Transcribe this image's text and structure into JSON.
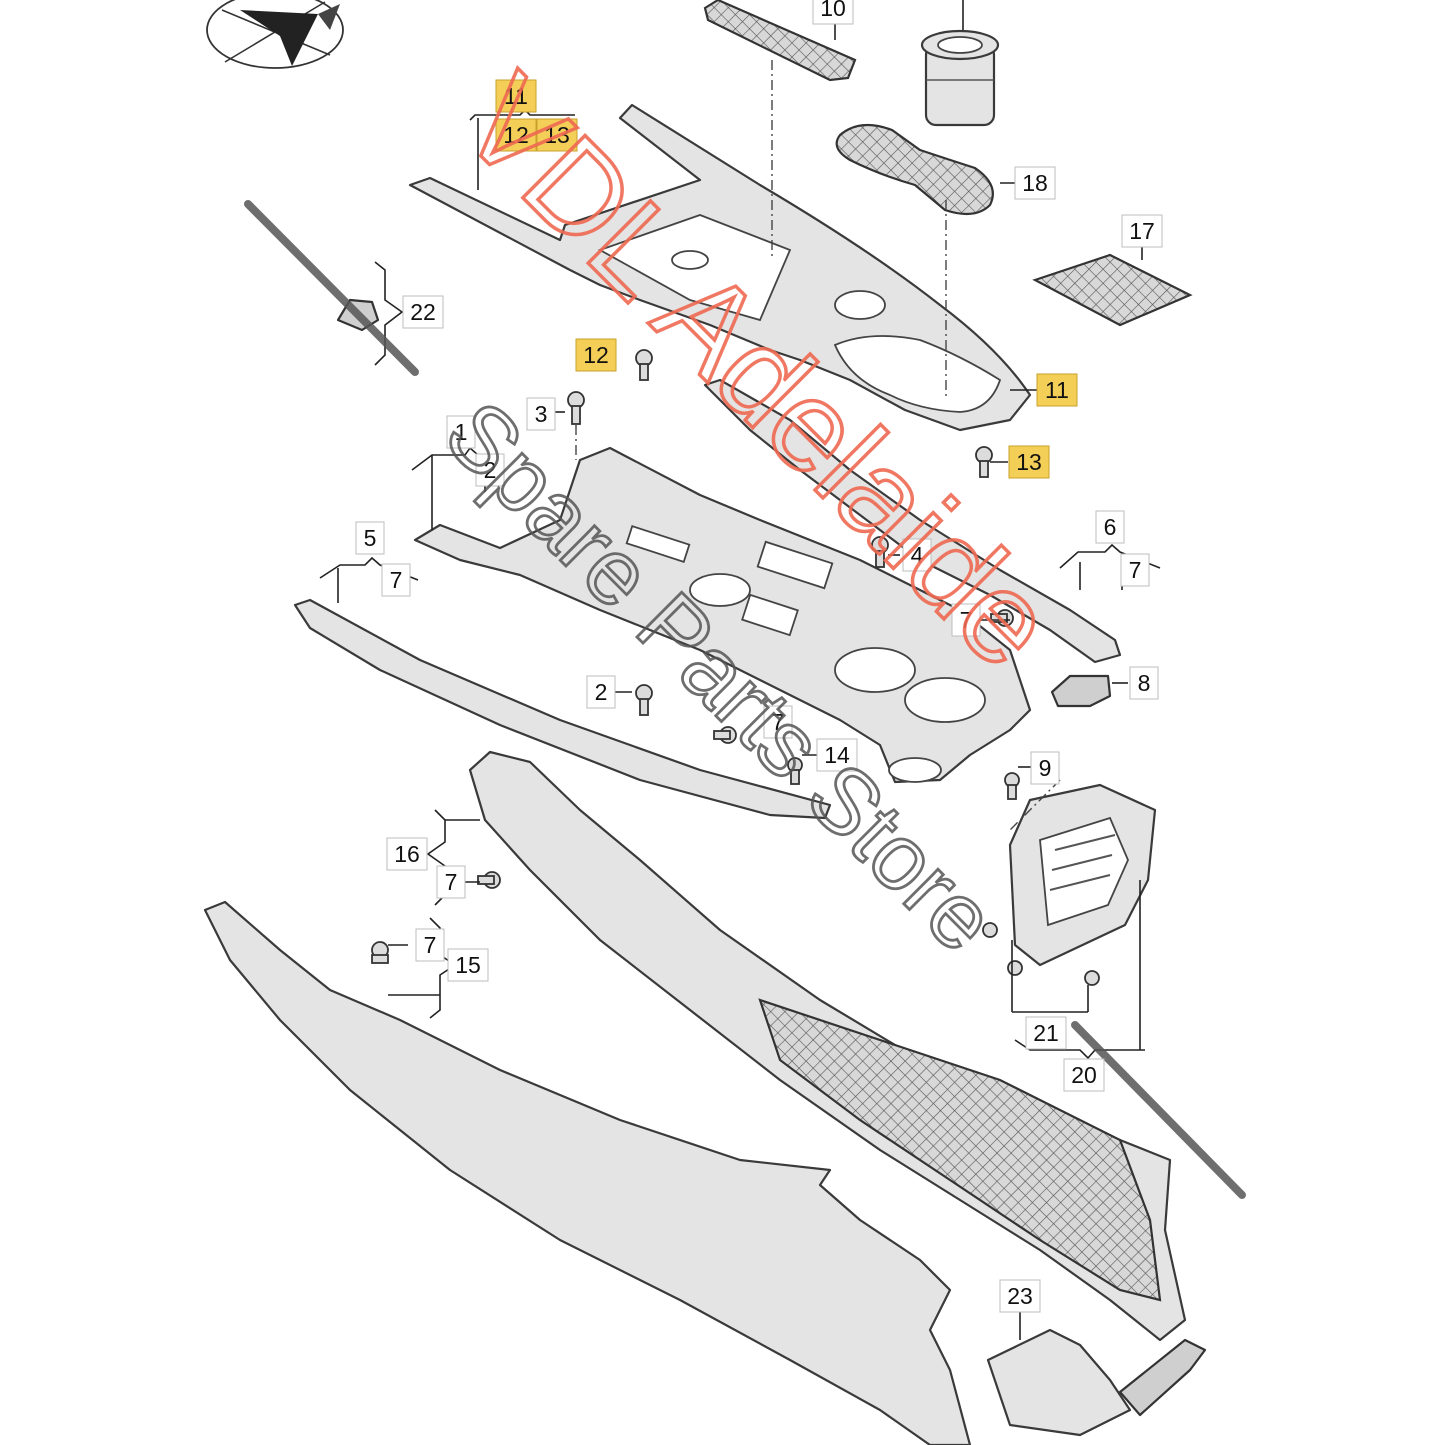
{
  "diagram": {
    "callouts": [
      {
        "id": "10",
        "label": "10",
        "highlighted": false
      },
      {
        "id": "11-top",
        "label": "11",
        "highlighted": true
      },
      {
        "id": "12-top",
        "label": "12",
        "highlighted": true
      },
      {
        "id": "13-top",
        "label": "13",
        "highlighted": true
      },
      {
        "id": "18",
        "label": "18",
        "highlighted": false
      },
      {
        "id": "17",
        "label": "17",
        "highlighted": false
      },
      {
        "id": "22",
        "label": "22",
        "highlighted": false
      },
      {
        "id": "12-mid",
        "label": "12",
        "highlighted": true
      },
      {
        "id": "11-right",
        "label": "11",
        "highlighted": true
      },
      {
        "id": "13-right",
        "label": "13",
        "highlighted": true
      },
      {
        "id": "3",
        "label": "3",
        "highlighted": false
      },
      {
        "id": "1",
        "label": "1",
        "highlighted": false
      },
      {
        "id": "2-upper",
        "label": "2",
        "highlighted": false
      },
      {
        "id": "5",
        "label": "5",
        "highlighted": false
      },
      {
        "id": "7-left",
        "label": "7",
        "highlighted": false
      },
      {
        "id": "4",
        "label": "4",
        "highlighted": false
      },
      {
        "id": "6",
        "label": "6",
        "highlighted": false
      },
      {
        "id": "7-right",
        "label": "7",
        "highlighted": false
      },
      {
        "id": "7-mid",
        "label": "7",
        "highlighted": false
      },
      {
        "id": "8",
        "label": "8",
        "highlighted": false
      },
      {
        "id": "2-lower",
        "label": "2",
        "highlighted": false
      },
      {
        "id": "7-center",
        "label": "7",
        "highlighted": false
      },
      {
        "id": "14",
        "label": "14",
        "highlighted": false
      },
      {
        "id": "9",
        "label": "9",
        "highlighted": false
      },
      {
        "id": "16",
        "label": "16",
        "highlighted": false
      },
      {
        "id": "7-lower",
        "label": "7",
        "highlighted": false
      },
      {
        "id": "7-bottom",
        "label": "7",
        "highlighted": false
      },
      {
        "id": "15",
        "label": "15",
        "highlighted": false
      },
      {
        "id": "21",
        "label": "21",
        "highlighted": false
      },
      {
        "id": "20",
        "label": "20",
        "highlighted": false
      },
      {
        "id": "23",
        "label": "23",
        "highlighted": false
      }
    ],
    "watermark": {
      "main": "VDL Adelaide",
      "sub": "Spare Parts Store"
    },
    "colors": {
      "highlight": "#f4cf58",
      "watermark_red": "#ef6a52",
      "part_fill": "#e4e4e4"
    }
  }
}
